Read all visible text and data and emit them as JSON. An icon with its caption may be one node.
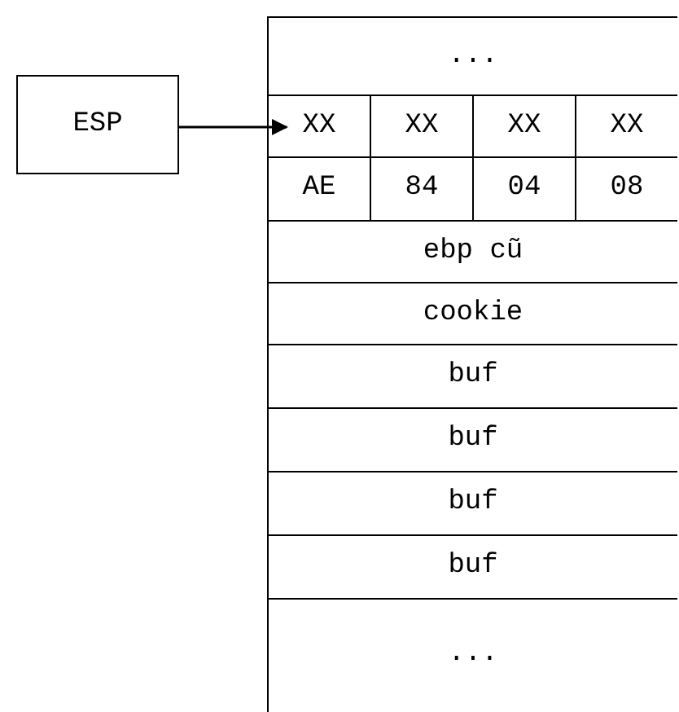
{
  "diagram": {
    "nodes": [
      {
        "text": [
          "ESP"
        ]
      },
      {
        "text": [
          "..."
        ]
      },
      {
        "text": [
          "XX"
        ]
      },
      {
        "text": [
          "XX"
        ]
      },
      {
        "text": [
          "XX"
        ]
      },
      {
        "text": [
          "XX"
        ]
      },
      {
        "text": [
          "AE"
        ]
      },
      {
        "text": [
          "84"
        ]
      },
      {
        "text": [
          "04"
        ]
      },
      {
        "text": [
          "08"
        ]
      },
      {
        "text": [
          "ebp cũ"
        ]
      },
      {
        "text": [
          "cookie"
        ]
      },
      {
        "text": [
          "buf"
        ]
      },
      {
        "text": [
          "buf"
        ]
      },
      {
        "text": [
          "buf"
        ]
      },
      {
        "text": [
          "buf"
        ]
      },
      {
        "text": [
          "..."
        ]
      }
    ],
    "edges": [
      {
        "from": 0,
        "to": 2,
        "arrow": "to"
      }
    ]
  }
}
